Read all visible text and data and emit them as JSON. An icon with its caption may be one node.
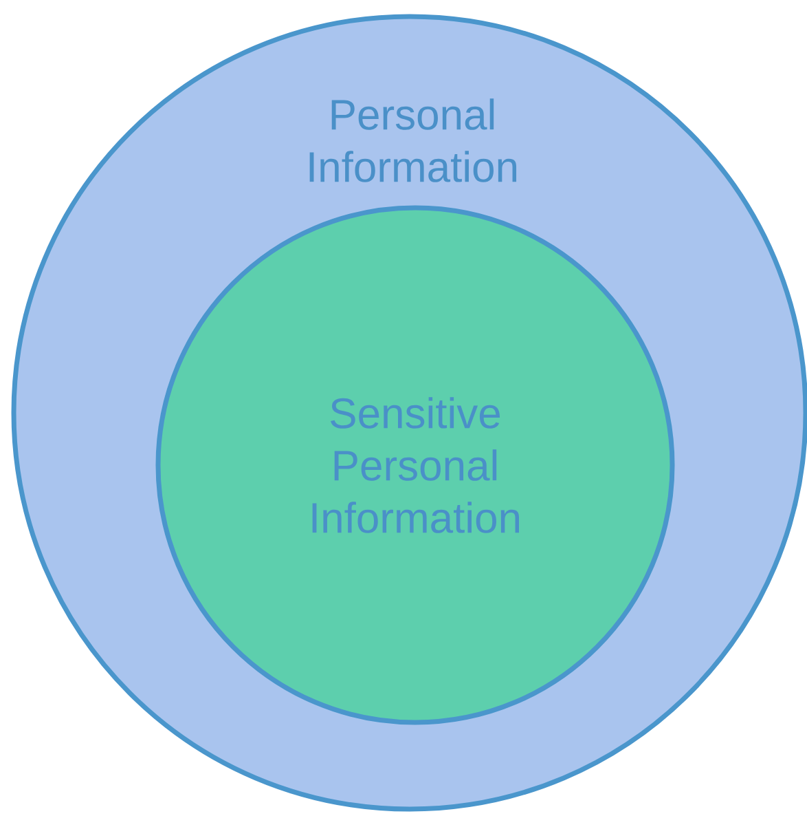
{
  "diagram": {
    "nodes": [
      {
        "text": [
          "Personal Information"
        ]
      },
      {
        "text": [
          "Sensitive Personal Information"
        ],
        "in": 0
      }
    ]
  }
}
